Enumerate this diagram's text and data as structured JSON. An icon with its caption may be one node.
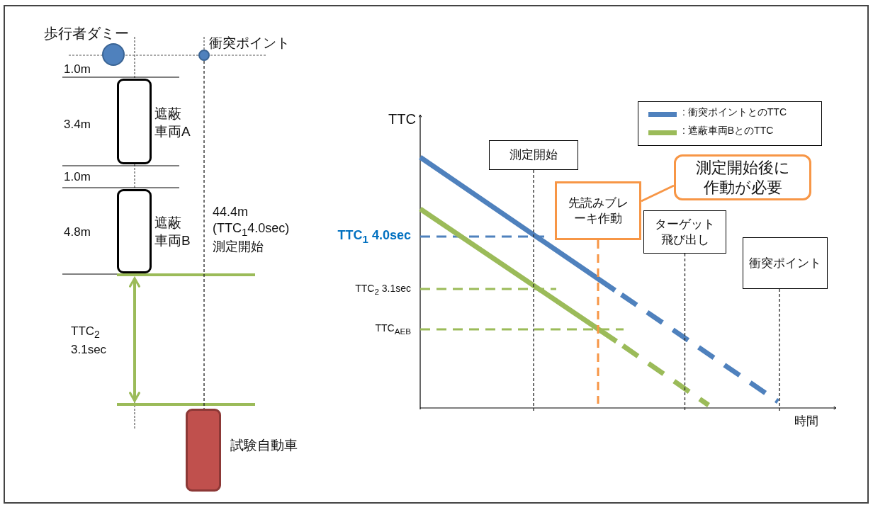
{
  "diagram": {
    "nodes": [
      {
        "text": [
          "歩行者ダミー"
        ]
      },
      {
        "text": [
          "衝突ポイント"
        ]
      },
      {
        "text": [],
        "shape": "box",
        "beside": [
          "遮蔽車両A"
        ]
      },
      {
        "text": [],
        "shape": "box",
        "beside": [
          "遮蔽車両B"
        ]
      },
      {
        "text": [],
        "shape": "box",
        "beside": [
          "試験自動車"
        ]
      },
      {
        "text": [
          "測定開始"
        ]
      },
      {
        "text": [
          "測定開始後に作動が必要"
        ]
      },
      {
        "text": [
          "先読みブレーキ作動"
        ]
      },
      {
        "text": [
          "ターゲット飛び出し"
        ]
      },
      {
        "text": [
          "衝突ポイント"
        ]
      }
    ],
    "edges": [
      {
        "from": 1,
        "to": 4,
        "arrow": "none",
        "style": "dashed"
      },
      {
        "from": 5,
        "to": null,
        "arrow": "none",
        "style": "dashed"
      },
      {
        "from": 6,
        "to": 7,
        "arrow": "none",
        "color": "#f79646"
      },
      {
        "from": 7,
        "to": null,
        "arrow": "none",
        "style": "dashed",
        "color": "#f79646"
      },
      {
        "from": 8,
        "to": null,
        "arrow": "none",
        "style": "dashed"
      },
      {
        "from": 9,
        "to": null,
        "arrow": "none",
        "style": "dashed"
      }
    ],
    "labels": [
      "1.0m",
      "3.4m",
      "1.0m",
      "4.8m",
      "44.4m (TTC$_{1}$4.0sec) 測定開始",
      "TTC$_{2}$ 3.1sec",
      "TTC",
      "TTC$_{1}$ 4.0sec",
      "TTC$_{2}$ 3.1sec",
      "TTC$_{AEB}$",
      "時間"
    ],
    "legend": [
      {
        "text": ": 衝突ポイントとのTTC",
        "color": "#4f81bd"
      },
      {
        "text": ": 遮蔽車両BとのTTC",
        "color": "#9bbb59"
      }
    ]
  }
}
